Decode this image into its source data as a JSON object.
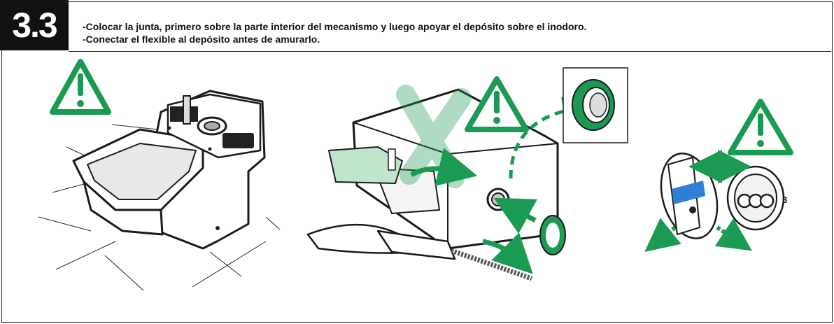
{
  "header": {
    "step_number": "3.3",
    "instructions": [
      "-Colocar la junta, primero sobre la parte interior del mecanismo y luego apoyar el depósito sobre el inodoro.",
      "-Conectar el flexible al depósito antes de amurarlo."
    ]
  },
  "figure3": {
    "label": "3"
  },
  "colors": {
    "accent": "#1a9a52",
    "light_green": "#c8ead5",
    "blue": "#2f7fd6",
    "ink": "#1a1a1a"
  },
  "icons": [
    "warning-icon",
    "forbidden-x-icon",
    "arrow-icon"
  ]
}
